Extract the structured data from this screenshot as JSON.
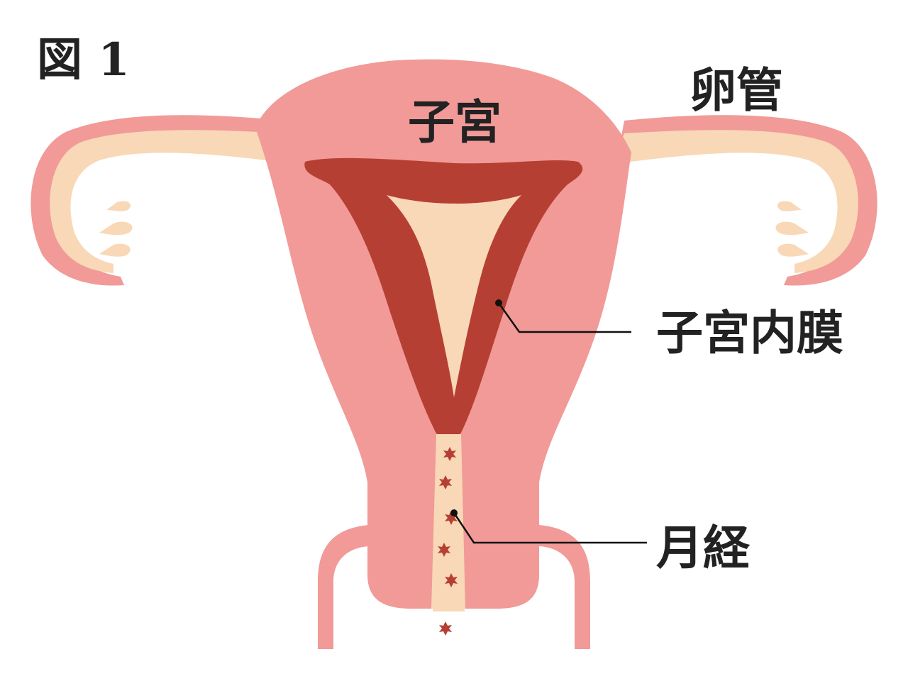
{
  "figure": {
    "label": "図 1"
  },
  "labels": {
    "uterus": "子宮",
    "fallopian_tube": "卵管",
    "endometrium": "子宮内膜",
    "menstruation": "月経"
  },
  "colors": {
    "muscle": "#f19a97",
    "muscle_edge": "#f3a9a4",
    "tube_inner": "#f8d8b6",
    "endometrium": "#b63f33",
    "cavity": "#f8d8b6",
    "blood_drop": "#b63f33",
    "leader_line": "#111111",
    "text": "#222222"
  }
}
